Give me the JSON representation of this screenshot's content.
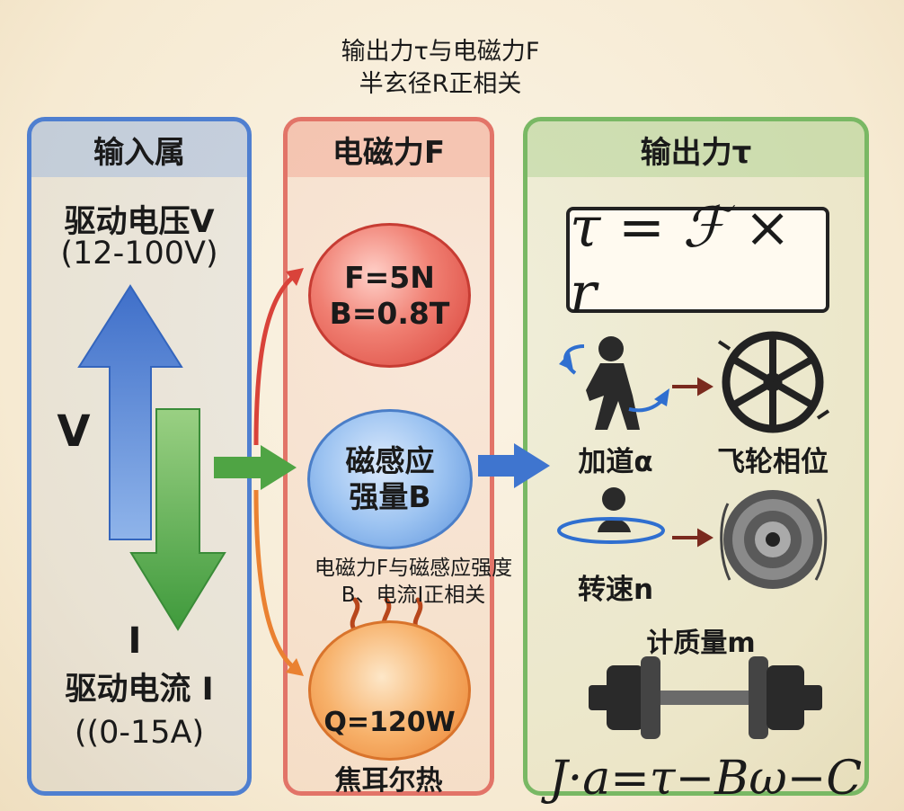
{
  "top_note": {
    "line1": "输出力τ与电磁力F",
    "line2": "半玄径R正相关"
  },
  "panels": {
    "input": {
      "title": "输入属",
      "voltage_label": "驱动电压V",
      "voltage_range": "(12-100V)",
      "v_letter": "V",
      "i_letter": "I",
      "current_label": "驱动电流 I",
      "current_range": "((0-15A)"
    },
    "em": {
      "title": "电磁力F",
      "force_line1": "F=5N",
      "force_line2": "B=0.8T",
      "magnetic_line1": "磁感应",
      "magnetic_line2": "强量B",
      "note_line1": "电磁力F与磁感应强度",
      "note_line2": "B、电流I正相关",
      "heat_value": "Q=120W",
      "heat_label": "焦耳尔热"
    },
    "output": {
      "title": "输出力τ",
      "formula": "τ = ℱ × r",
      "accel_label": "加道α",
      "flywheel_label": "飞轮相位",
      "speed_label": "转速n",
      "mass_label": "计质量m",
      "equation": "J·a=τ−Bω−C"
    }
  },
  "colors": {
    "blue": "#4f7fd0",
    "red": "#e27468",
    "green": "#79b864",
    "orange": "#ea8131"
  }
}
